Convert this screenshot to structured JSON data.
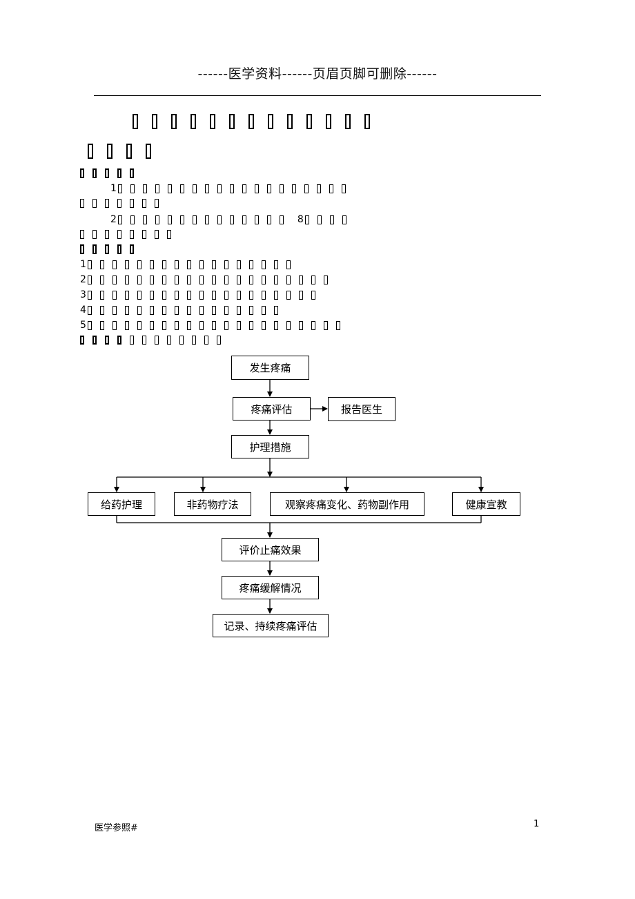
{
  "header": {
    "text": "------医学资料------页眉页脚可删除------"
  },
  "title": {
    "glyph_count": 13
  },
  "subtitle": {
    "glyph_count": 4
  },
  "body_rows": [
    {
      "segments": [
        {
          "type": "g",
          "n": 5
        }
      ]
    },
    {
      "segments": [
        {
          "type": "t",
          "key": "n1"
        },
        {
          "type": "g",
          "n": 19
        }
      ]
    },
    {
      "segments": [
        {
          "type": "g",
          "n": 7
        }
      ]
    },
    {
      "segments": [
        {
          "type": "t",
          "key": "n2"
        },
        {
          "type": "g",
          "n": 14
        },
        {
          "type": "t",
          "key": "n8"
        },
        {
          "type": "g",
          "n": 4
        }
      ]
    },
    {
      "segments": [
        {
          "type": "g",
          "n": 8
        }
      ]
    },
    {
      "segments": [
        {
          "type": "g",
          "n": 5
        }
      ]
    },
    {
      "segments": [
        {
          "type": "t",
          "key": "n1"
        },
        {
          "type": "g",
          "n": 17
        }
      ]
    },
    {
      "segments": [
        {
          "type": "t",
          "key": "n2"
        },
        {
          "type": "g",
          "n": 20
        }
      ]
    },
    {
      "segments": [
        {
          "type": "t",
          "key": "n3"
        },
        {
          "type": "g",
          "n": 19
        }
      ]
    },
    {
      "segments": [
        {
          "type": "t",
          "key": "n4"
        },
        {
          "type": "g",
          "n": 16
        }
      ]
    },
    {
      "segments": [
        {
          "type": "t",
          "key": "n5"
        },
        {
          "type": "g",
          "n": 21
        }
      ]
    },
    {
      "segments": [
        {
          "type": "g",
          "n": 4
        },
        {
          "type": "g",
          "n": 8
        }
      ]
    }
  ],
  "numerals": {
    "n1": "1",
    "n2": "2",
    "n3": "3",
    "n4": "4",
    "n5": "5",
    "n8": "8"
  },
  "flowchart": {
    "start": "发生疼痛",
    "assess": "疼痛评估",
    "report": "报告医生",
    "measures": "护理措施",
    "branch_1": "给药护理",
    "branch_2": "非药物疗法",
    "branch_3": "观察疼痛变化、药物副作用",
    "branch_4": "健康宣教",
    "evaluate": "评价止痛效果",
    "relief": "疼痛缓解情况",
    "record": "记录、持续疼痛评估"
  },
  "footer": {
    "left": "医学参照#",
    "page_number": "1"
  }
}
